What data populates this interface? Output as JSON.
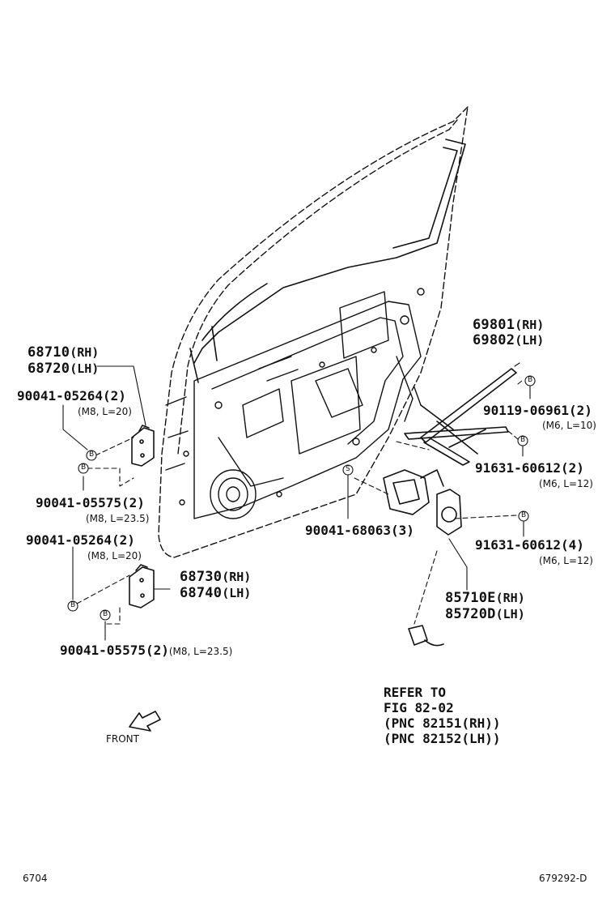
{
  "parts": {
    "hinge_upper": {
      "rh": "68710",
      "rh_sfx": "(RH)",
      "lh": "68720",
      "lh_sfx": "(LH)"
    },
    "hinge_lower": {
      "rh": "68730",
      "rh_sfx": "(RH)",
      "lh": "68740",
      "lh_sfx": "(LH)"
    },
    "regulator": {
      "rh": "69801",
      "rh_sfx": "(RH)",
      "lh": "69802",
      "lh_sfx": "(LH)"
    },
    "motor": {
      "rh": "85710E",
      "rh_sfx": "(RH)",
      "lh": "85720D",
      "lh_sfx": "(LH)"
    }
  },
  "bolts": [
    {
      "id": "bolt-1",
      "part": "90041-05264(2)",
      "spec": "(M8, L=20)"
    },
    {
      "id": "bolt-2",
      "part": "90041-05575(2)",
      "spec": "(M8, L=23.5)"
    },
    {
      "id": "bolt-3",
      "part": "90041-05264(2)",
      "spec": "(M8, L=20)"
    },
    {
      "id": "bolt-4",
      "part": "90041-05575(2)",
      "spec": "(M8, L=23.5)"
    },
    {
      "id": "bolt-5",
      "part": "90119-06961(2)",
      "spec": "(M6, L=10)"
    },
    {
      "id": "bolt-6",
      "part": "91631-60612(2)",
      "spec": "(M6, L=12)"
    },
    {
      "id": "bolt-7",
      "part": "91631-60612(4)",
      "spec": "(M6, L=12)"
    },
    {
      "id": "screw-1",
      "part": "90041-68063(3)",
      "spec": ""
    }
  ],
  "markers": {
    "bolt": "B",
    "screw": "S"
  },
  "refer": {
    "line1": "REFER TO",
    "line2": "FIG 82-02",
    "line3": "(PNC 82151(RH))",
    "line4": "(PNC 82152(LH))"
  },
  "front_label": "FRONT",
  "footer": {
    "left": "6704",
    "right": "679292-D"
  },
  "icons": {
    "front_arrow": "front-arrow-icon"
  },
  "colors": {
    "ink": "#111111",
    "background": "#ffffff"
  }
}
